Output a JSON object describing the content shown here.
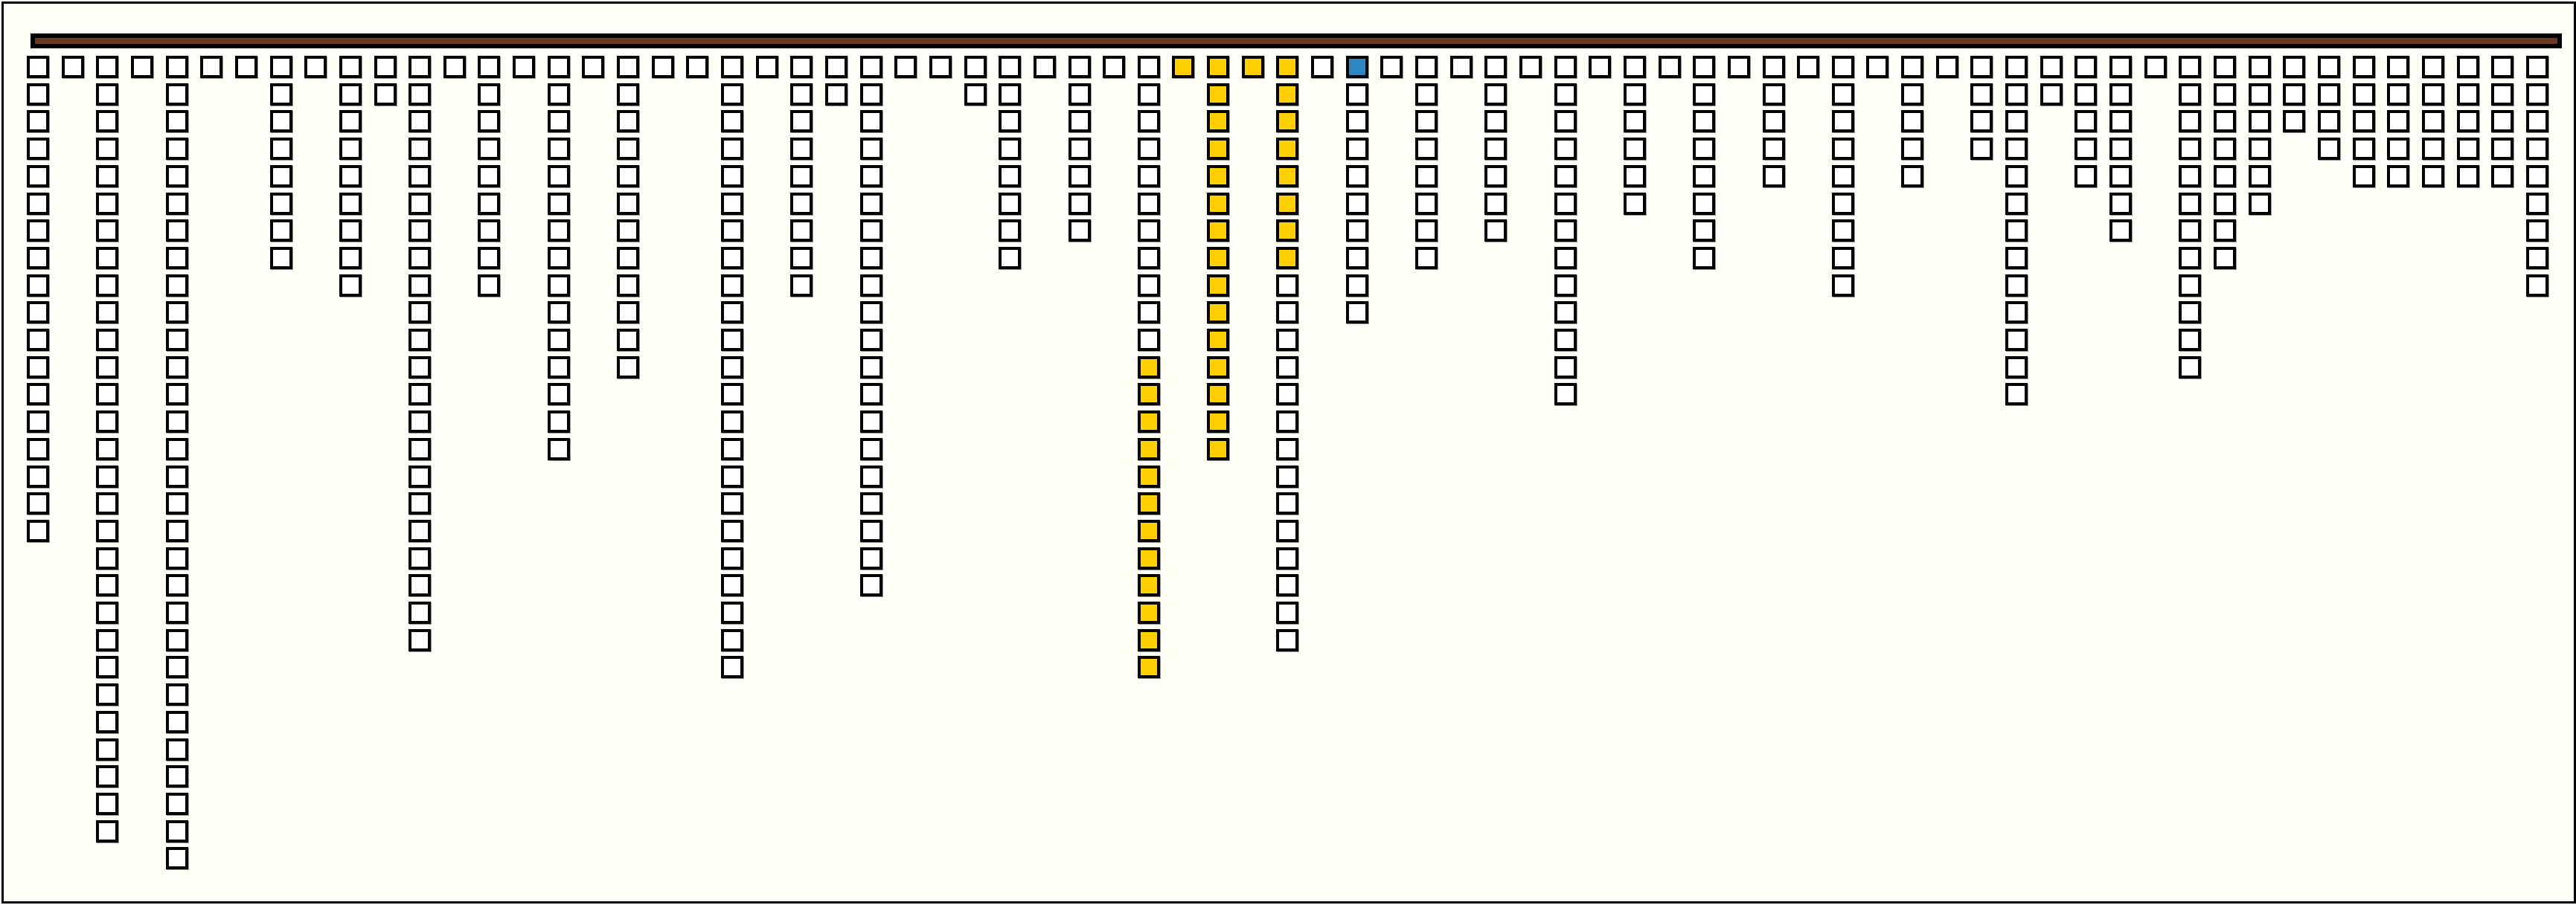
{
  "colors": {
    "background": "#fffff7",
    "bar": "#6b3a24",
    "empty": "#ffffff",
    "yellow": "#ffcf00",
    "blue": "#2e86c1"
  },
  "columns": [
    {
      "count": 18
    },
    {
      "count": 1
    },
    {
      "count": 29
    },
    {
      "count": 1
    },
    {
      "count": 30
    },
    {
      "count": 1
    },
    {
      "count": 1
    },
    {
      "count": 8
    },
    {
      "count": 1
    },
    {
      "count": 9
    },
    {
      "count": 2
    },
    {
      "count": 22
    },
    {
      "count": 1
    },
    {
      "count": 9
    },
    {
      "count": 1
    },
    {
      "count": 15
    },
    {
      "count": 1
    },
    {
      "count": 12
    },
    {
      "count": 1
    },
    {
      "count": 1
    },
    {
      "count": 23
    },
    {
      "count": 1
    },
    {
      "count": 9
    },
    {
      "count": 2
    },
    {
      "count": 20
    },
    {
      "count": 1
    },
    {
      "count": 1
    },
    {
      "count": 2
    },
    {
      "count": 8
    },
    {
      "count": 1
    },
    {
      "count": 7
    },
    {
      "count": 1
    },
    {
      "count": 23,
      "yellow_from": 11,
      "yellow_to": 22
    },
    {
      "count": 1,
      "yellow_from": 0,
      "yellow_to": 0
    },
    {
      "count": 15,
      "yellow_from": 0,
      "yellow_to": 14
    },
    {
      "count": 1,
      "yellow_from": 0,
      "yellow_to": 0
    },
    {
      "count": 22,
      "yellow_from": 0,
      "yellow_to": 7
    },
    {
      "count": 1
    },
    {
      "count": 10,
      "blue_from": 0,
      "blue_to": 0
    },
    {
      "count": 1
    },
    {
      "count": 8
    },
    {
      "count": 1
    },
    {
      "count": 7
    },
    {
      "count": 1
    },
    {
      "count": 13
    },
    {
      "count": 1
    },
    {
      "count": 6
    },
    {
      "count": 1
    },
    {
      "count": 8
    },
    {
      "count": 1
    },
    {
      "count": 5
    },
    {
      "count": 1
    },
    {
      "count": 9
    },
    {
      "count": 1
    },
    {
      "count": 5
    },
    {
      "count": 1
    },
    {
      "count": 4
    },
    {
      "count": 13
    },
    {
      "count": 2
    },
    {
      "count": 5
    },
    {
      "count": 7
    },
    {
      "count": 1
    },
    {
      "count": 12
    },
    {
      "count": 8
    },
    {
      "count": 6
    },
    {
      "count": 3
    },
    {
      "count": 4
    },
    {
      "count": 5
    },
    {
      "count": 5
    },
    {
      "count": 5
    },
    {
      "count": 5
    },
    {
      "count": 5
    },
    {
      "count": 9
    }
  ]
}
